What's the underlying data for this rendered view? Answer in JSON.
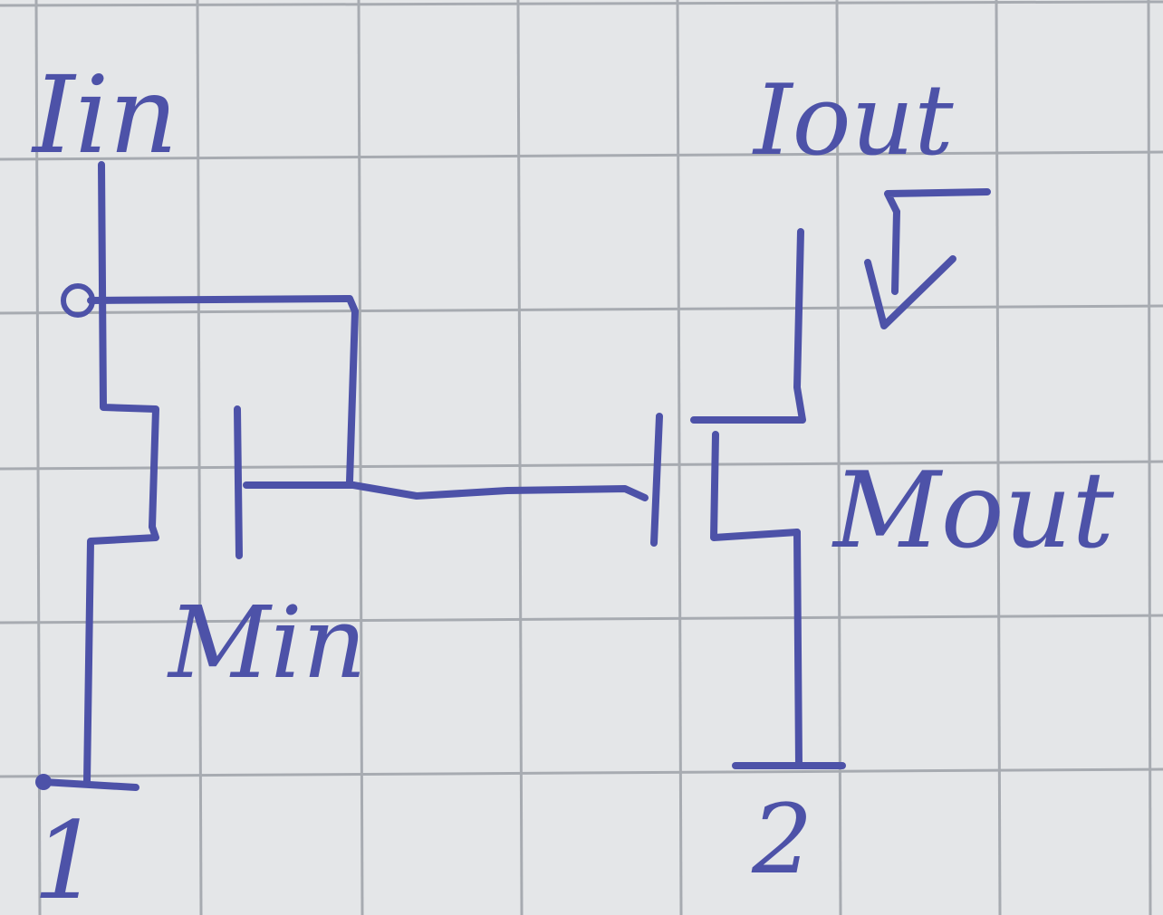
{
  "colors": {
    "paper": "#e4e6e8",
    "grid": "#a7abb1",
    "ink": "#4d52a8"
  },
  "labels": {
    "i_in": "Iin",
    "i_out": "Iout",
    "m_in": "Min",
    "m_out": "Mout",
    "ratio_left": "1",
    "ratio_right": "2"
  }
}
